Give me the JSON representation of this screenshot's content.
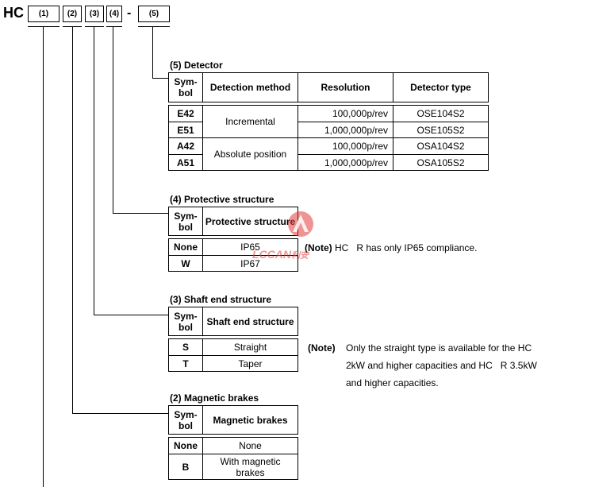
{
  "model": {
    "prefix": "HC",
    "slots": [
      "(1)",
      "(2)",
      "(3)",
      "(4)"
    ],
    "dash": "-",
    "last_slot": "(5)"
  },
  "detector": {
    "title": "(5) Detector",
    "headers": [
      "Sym-\nbol",
      "Detection method",
      "Resolution",
      "Detector type"
    ],
    "rows": [
      {
        "symbol": "E42",
        "method": "Incremental",
        "resolution": "100,000p/rev",
        "type": "OSE104S2"
      },
      {
        "symbol": "E51",
        "method": "",
        "resolution": "1,000,000p/rev",
        "type": "OSE105S2"
      },
      {
        "symbol": "A42",
        "method": "Absolute position",
        "resolution": "100,000p/rev",
        "type": "OSA104S2"
      },
      {
        "symbol": "A51",
        "method": "",
        "resolution": "1,000,000p/rev",
        "type": "OSA105S2"
      }
    ]
  },
  "protective": {
    "title": "(4) Protective structure",
    "headers": [
      "Sym-\nbol",
      "Protective structure"
    ],
    "rows": [
      {
        "symbol": "None",
        "value": "IP65"
      },
      {
        "symbol": "W",
        "value": "IP67"
      }
    ],
    "note_label": "(Note)",
    "note_text": "HC   R has only IP65 compliance."
  },
  "shaft": {
    "title": "(3) Shaft end structure",
    "headers": [
      "Sym-\nbol",
      "Shaft end structure"
    ],
    "rows": [
      {
        "symbol": "S",
        "value": "Straight"
      },
      {
        "symbol": "T",
        "value": "Taper"
      }
    ],
    "note_label": "(Note)",
    "note_lines": [
      "Only the straight type is available for the HC",
      "2kW and higher capacities and HC   R 3.5kW",
      "and higher capacities."
    ]
  },
  "brakes": {
    "title": "(2) Magnetic brakes",
    "headers": [
      "Sym-\nbol",
      "Magnetic brakes"
    ],
    "rows": [
      {
        "symbol": "None",
        "value": "None"
      },
      {
        "symbol": "B",
        "value": "With magnetic\nbrakes"
      }
    ]
  },
  "watermark": {
    "text": "LCCAN",
    "sub": "利安",
    "color": "#e23b3b"
  }
}
